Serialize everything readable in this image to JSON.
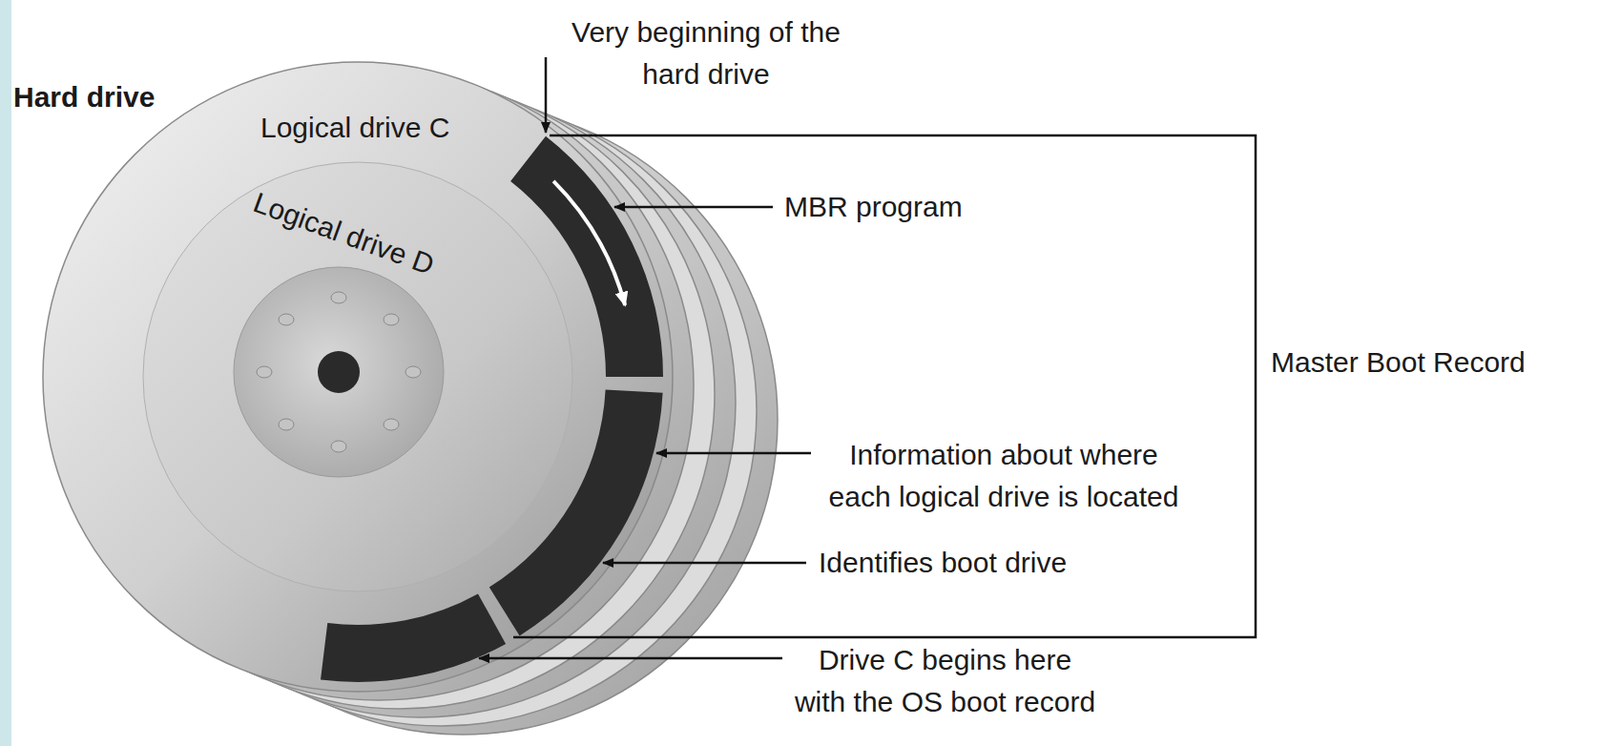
{
  "diagram": {
    "labels": [
      "Very beginning of the hard drive",
      "Hard drive",
      "Logical drive C",
      "MBR program",
      "Logical drive D",
      "Master Boot Record",
      "Information about where each logical drive is located",
      "Identifies boot drive",
      "Drive C begins here with the OS boot record"
    ]
  }
}
